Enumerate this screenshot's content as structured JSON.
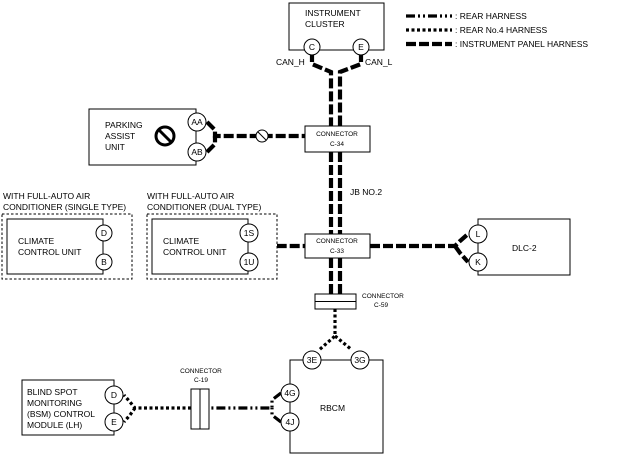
{
  "legend": {
    "rear": ": REAR HARNESS",
    "rear_no4": ": REAR No.4 HARNESS",
    "instrument_panel": ": INSTRUMENT PANEL HARNESS"
  },
  "instrument_cluster": {
    "line1": "INSTRUMENT",
    "line2": "CLUSTER",
    "pin_c": "C",
    "pin_e": "E",
    "can_h": "CAN_H",
    "can_l": "CAN_L"
  },
  "parking_assist": {
    "line1": "PARKING",
    "line2": "ASSIST",
    "line3": "UNIT",
    "pin_aa": "AA",
    "pin_ab": "AB"
  },
  "connector_c34": {
    "line1": "CONNECTOR",
    "line2": "C-34"
  },
  "jb": {
    "label": "JB NO.2"
  },
  "connector_c33": {
    "line1": "CONNECTOR",
    "line2": "C-33"
  },
  "connector_c59": {
    "line1": "CONNECTOR",
    "line2": "C-59"
  },
  "connector_c19": {
    "line1": "CONNECTOR",
    "line2": "C-19"
  },
  "climate_single": {
    "note1": "WITH FULL-AUTO AIR",
    "note2": "CONDITIONER (SINGLE TYPE)",
    "line1": "CLIMATE",
    "line2": "CONTROL UNIT",
    "pin_d": "D",
    "pin_b": "B"
  },
  "climate_dual": {
    "note1": "WITH FULL-AUTO AIR",
    "note2": "CONDITIONER (DUAL TYPE)",
    "line1": "CLIMATE",
    "line2": "CONTROL UNIT",
    "pin_1s": "1S",
    "pin_1u": "1U"
  },
  "dlc2": {
    "label": "DLC-2",
    "pin_l": "L",
    "pin_k": "K"
  },
  "rbcm": {
    "label": "RBCM",
    "pin_3e": "3E",
    "pin_3g": "3G",
    "pin_4g": "4G",
    "pin_4j": "4J"
  },
  "bsm": {
    "line1": "BLIND SPOT",
    "line2": "MONITORING",
    "line3": "(BSM) CONTROL",
    "line4": "MODULE (LH)",
    "pin_d": "D",
    "pin_e": "E"
  }
}
